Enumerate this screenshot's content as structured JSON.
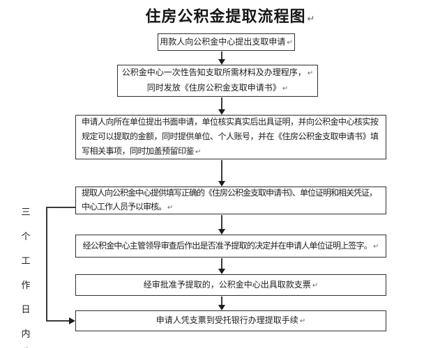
{
  "title": "住房公积金提取流程图",
  "paragraph_mark": "↵",
  "colors": {
    "ink": "#1c1c1c",
    "box_border": "#2f2f2f",
    "connector": "#3a3a3a",
    "paragraph_mark": "#6a6a6a",
    "background": "#ffffff"
  },
  "steps": [
    {
      "name": "submit-application",
      "lines": [
        "用款人向公积金中心提出支取申请"
      ]
    },
    {
      "name": "center-informs-materials",
      "lines": [
        "公积金中心一次性告知支取所需材料及办理程序，",
        "同时发放《住房公积金支取申请书》"
      ]
    },
    {
      "name": "employer-written-application",
      "lines": [
        "申请人向所在单位提出书面申请，单位核实真实后出具证明，并向公积金中心核实按",
        "规定可以提取的金额，同时提供单位、个人账号，并在《住房公积金支取申请书》填",
        "写相关事项，同时加盖预留印鉴"
      ]
    },
    {
      "name": "center-staff-review",
      "lines": [
        "提取人向公积金中心提供填写正确的《住房公积金支取申请书》、单位证明和相关凭证，",
        "中心工作人员予以审核。"
      ]
    },
    {
      "name": "leader-approval-decision",
      "lines": [
        "经公积金中心主管领导审查后作出是否准予提取的决定并在申请人单位证明上签字。"
      ]
    },
    {
      "name": "issue-withdrawal-cheque",
      "lines": [
        "经审批准予提取的，公积金中心出具取款支票"
      ]
    },
    {
      "name": "bank-handles-withdrawal",
      "lines": [
        "申请人凭支票到受托银行办理提取手续"
      ]
    }
  ],
  "side_label": {
    "text": "三个工作日内",
    "chars": [
      "三",
      "个",
      "工",
      "作",
      "日",
      "内"
    ]
  }
}
